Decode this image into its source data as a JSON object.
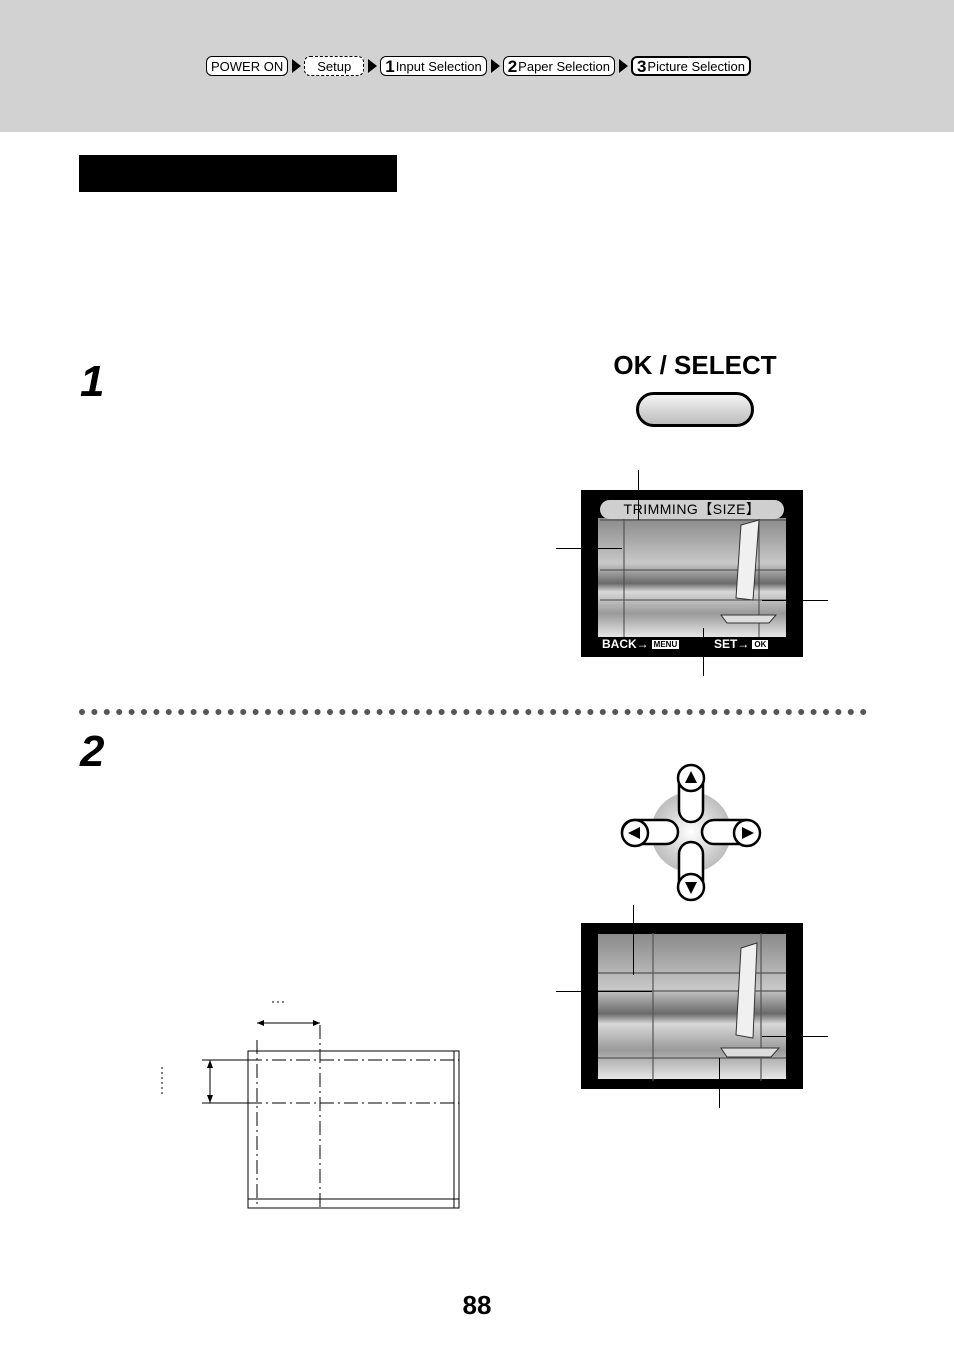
{
  "breadcrumb": {
    "items": [
      {
        "label": "POWER ON",
        "num": "",
        "style": "solid"
      },
      {
        "label": "Setup",
        "num": "",
        "style": "dashed"
      },
      {
        "label": "Input Selection",
        "num": "1",
        "style": "solid"
      },
      {
        "label": "Paper Selection",
        "num": "2",
        "style": "solid"
      },
      {
        "label": "Picture Selection",
        "num": "3",
        "style": "bold"
      }
    ]
  },
  "steps": [
    {
      "number": "1"
    },
    {
      "number": "2"
    }
  ],
  "ok_select": {
    "label": "OK / SELECT"
  },
  "lcd1": {
    "title": "TRIMMING【SIZE】",
    "back_label": "BACK→",
    "back_key": "MENU",
    "set_label": "SET→",
    "set_key": "OK"
  },
  "page_number": "88",
  "colors": {
    "header_band": "#d2d2d2",
    "title_bar": "#000000"
  }
}
